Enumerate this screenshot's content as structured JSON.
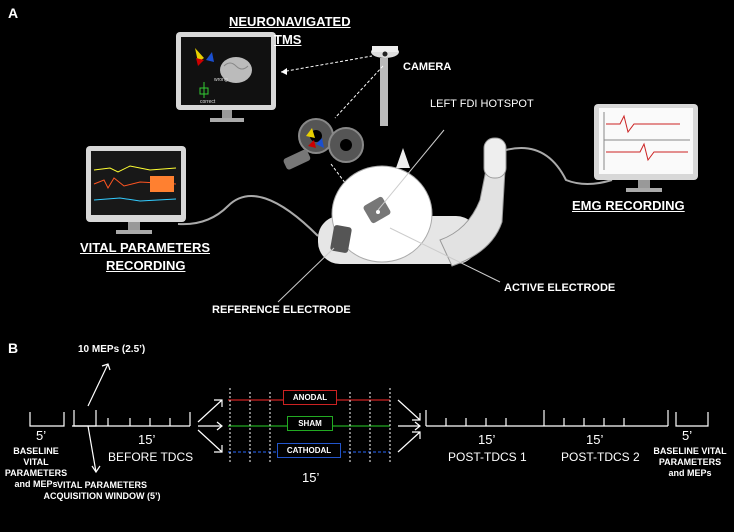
{
  "panel_a": {
    "label": "A",
    "neuronavigated_tms": [
      "NEURONAVIGATED",
      "TMS"
    ],
    "camera": "CAMERA",
    "left_fdi_hotspot": "LEFT FDI HOTSPOT",
    "emg_recording": "EMG RECORDING",
    "vital_parameters_recording": [
      "VITAL PARAMETERS",
      "RECORDING"
    ],
    "active_electrode": "ACTIVE ELECTRODE",
    "reference_electrode": "REFERENCE ELECTRODE",
    "screen_text": [
      "wrong",
      "correct"
    ]
  },
  "panel_b": {
    "label": "B",
    "meps_note": "10 MEPs  (2.5’)",
    "baseline_start": {
      "duration": "5’",
      "label": "BASELINE VITAL PARAMETERS and MEPs"
    },
    "before": {
      "duration": "15’",
      "label": "BEFORE TDCS"
    },
    "acquisition_window": "VITAL PARAMETERS ACQUISITION WINDOW (5’)",
    "conditions": [
      {
        "name": "ANODAL",
        "color": "#cc2222"
      },
      {
        "name": "SHAM",
        "color": "#22aa22"
      },
      {
        "name": "CATHODAL",
        "color": "#2255cc"
      }
    ],
    "stim_duration": "15’",
    "post1": {
      "duration": "15’",
      "label": "POST-TDCS 1"
    },
    "post2": {
      "duration": "15’",
      "label": "POST-TDCS 2"
    },
    "baseline_end": {
      "duration": "5’",
      "label": "BASELINE VITAL PARAMETERS and MEPs"
    }
  }
}
